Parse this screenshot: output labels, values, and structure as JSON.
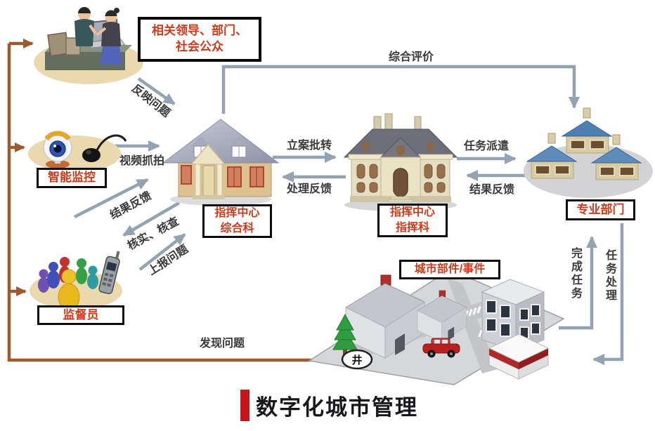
{
  "title": {
    "text": "数字化城市管理"
  },
  "colors": {
    "accent_red": "#c4161c",
    "box_text_red": "#cf3a1a",
    "arrow_gray": "#93a3b1",
    "path_brown": "#9c5a2e",
    "ellipse_beige": "#ead9ae",
    "ellipse_gray": "#d3d3d6",
    "roof_blue": "#4f7fb0"
  },
  "nodes": {
    "leaders": {
      "line1": "相关领导、部门、",
      "line2": "社会公众"
    },
    "monitoring": {
      "label": "智能监控"
    },
    "supervisor": {
      "label": "监督员"
    },
    "center_general": {
      "line1": "指挥中心",
      "line2": "综合科"
    },
    "center_dispatch": {
      "line1": "指挥中心",
      "line2": "指挥科"
    },
    "departments": {
      "label": "专业部门"
    },
    "city": {
      "label": "城市部件/事件",
      "well": "井"
    }
  },
  "edges": {
    "reflect_problem": "反映问题",
    "video_capture": "视频抓拍",
    "result_feedback_left": "结果反馈",
    "verify_check": "核实、核查",
    "report_problem": "上报问题",
    "case_transfer": "立案批转",
    "process_feedback": "处理反馈",
    "task_dispatch": "任务派遣",
    "result_feedback_right": "结果反馈",
    "comprehensive_evaluation": "综合评价",
    "complete_task": "完成任务",
    "task_processing": "任务处理",
    "discover_problem": "发现问题"
  }
}
